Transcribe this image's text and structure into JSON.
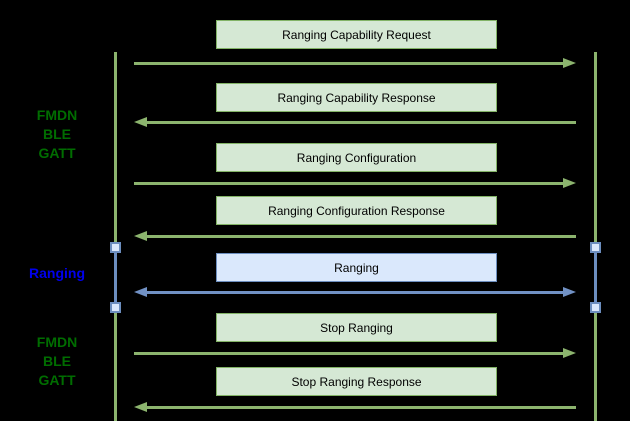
{
  "diagram": {
    "type": "sequence-diagram",
    "background": "#000000",
    "colors": {
      "background": "#000000",
      "green_fill": "#d5e8d4",
      "green_stroke": "#82b366",
      "arrow_green": "#8cb46e",
      "blue_fill": "#dae8fc",
      "blue_stroke": "#6c8ebf",
      "arrow_blue": "#7191c4",
      "label_green": "#006d00",
      "label_blue": "#0000ee",
      "message_text": "#000000"
    },
    "phase_labels": [
      {
        "style": "green",
        "lines": [
          "FMDN",
          "BLE",
          "GATT"
        ]
      },
      {
        "style": "blue",
        "lines": [
          "Ranging"
        ]
      },
      {
        "style": "green",
        "lines": [
          "FMDN",
          "BLE",
          "GATT"
        ]
      }
    ],
    "messages": [
      {
        "label": "Ranging Capability Request",
        "direction": "right",
        "style": "green"
      },
      {
        "label": "Ranging Capability Response",
        "direction": "left",
        "style": "green"
      },
      {
        "label": "Ranging Configuration",
        "direction": "right",
        "style": "green"
      },
      {
        "label": "Ranging Configuration Response",
        "direction": "left",
        "style": "green"
      },
      {
        "label": "Ranging",
        "direction": "both",
        "style": "blue"
      },
      {
        "label": "Stop Ranging",
        "direction": "right",
        "style": "green"
      },
      {
        "label": "Stop Ranging Response",
        "direction": "left",
        "style": "green"
      }
    ]
  }
}
